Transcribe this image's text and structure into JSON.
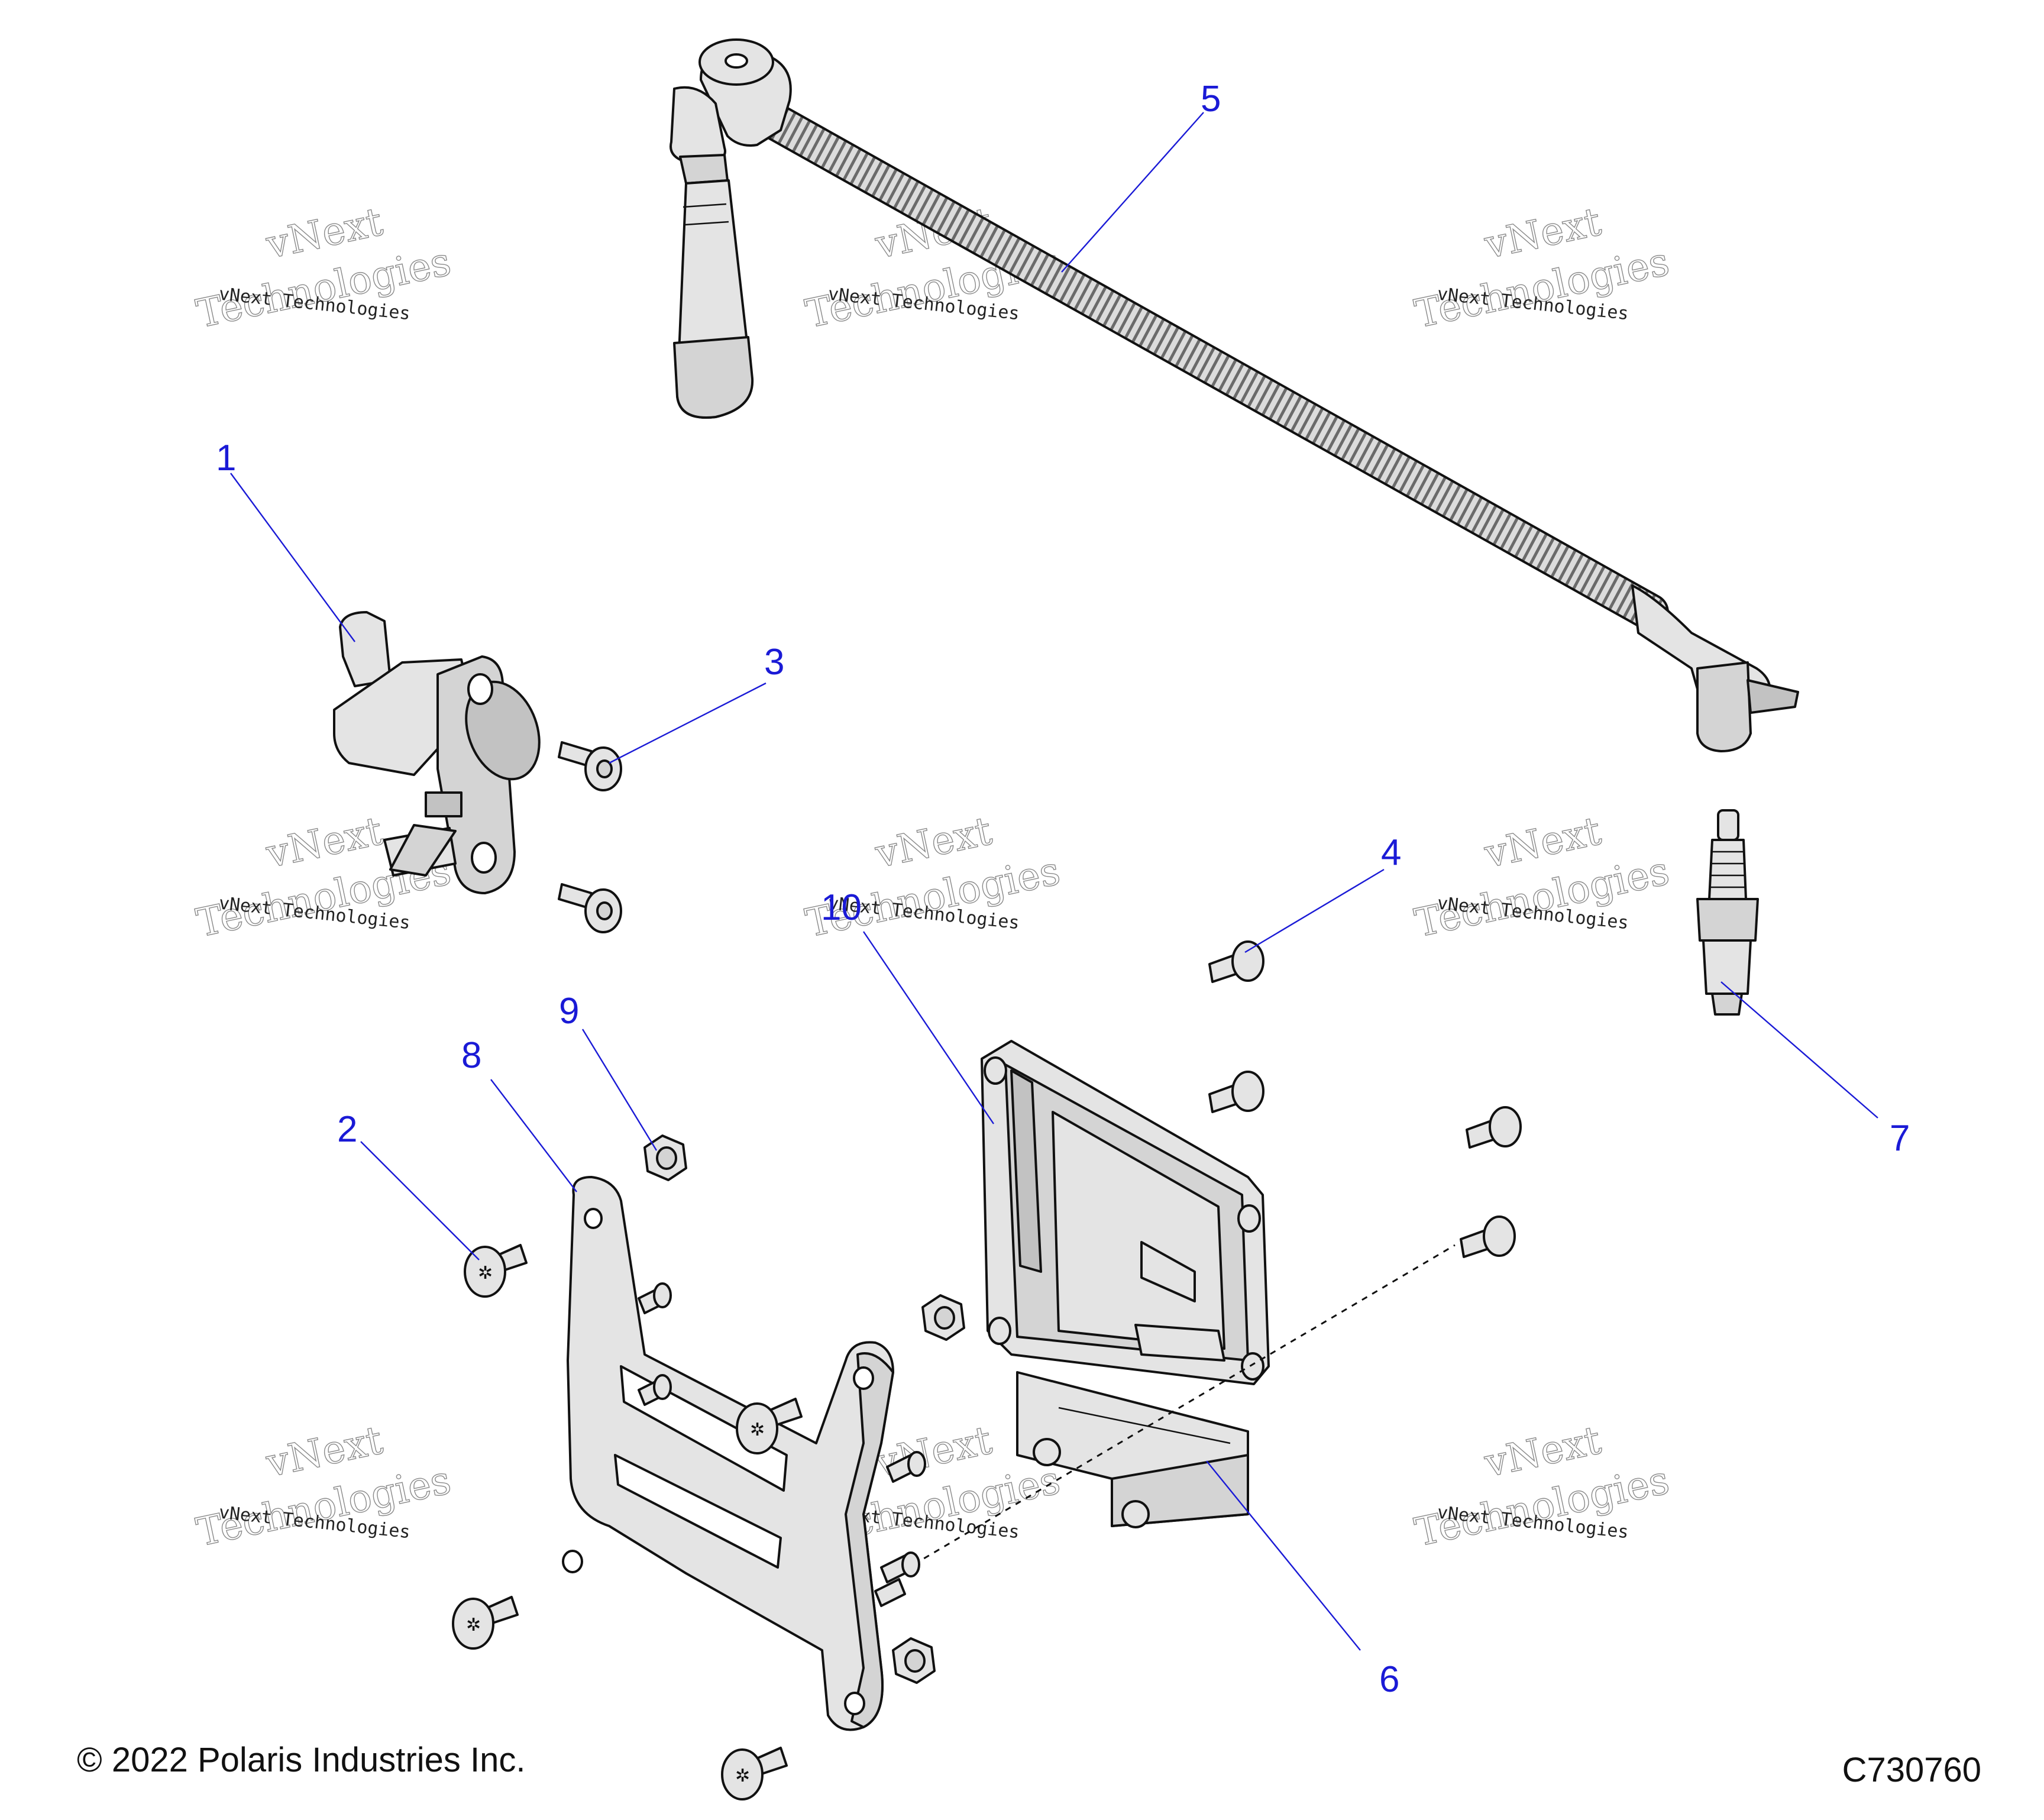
{
  "callouts": [
    {
      "id": "1",
      "label": "1"
    },
    {
      "id": "2",
      "label": "2"
    },
    {
      "id": "3",
      "label": "3"
    },
    {
      "id": "4",
      "label": "4"
    },
    {
      "id": "5",
      "label": "5"
    },
    {
      "id": "6",
      "label": "6"
    },
    {
      "id": "7",
      "label": "7"
    },
    {
      "id": "8",
      "label": "8"
    },
    {
      "id": "9",
      "label": "9"
    },
    {
      "id": "10",
      "label": "10"
    }
  ],
  "watermark": {
    "line_small": "vNext Technologies",
    "line_large_1": "vNext",
    "line_large_2": "Technologies"
  },
  "footer": {
    "copyright": "© 2022 Polaris Industries Inc.",
    "diagram_code": "C730760"
  },
  "colors": {
    "callout": "#1a1ad6",
    "outline": "#111111",
    "part_fill": "#e4e4e4"
  }
}
